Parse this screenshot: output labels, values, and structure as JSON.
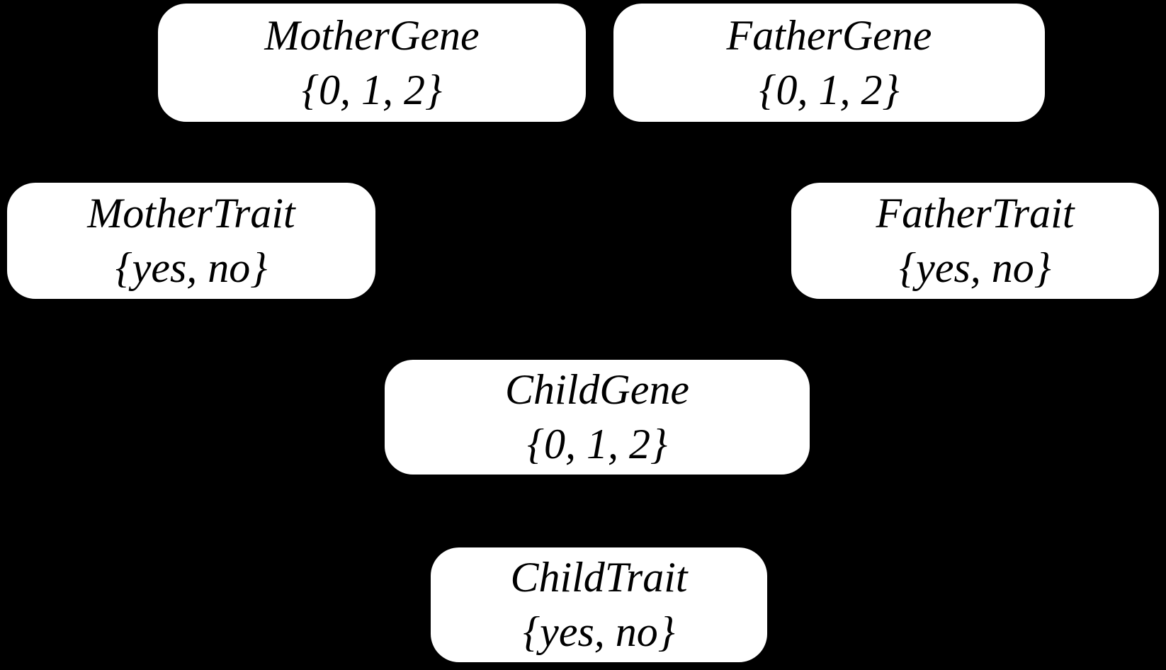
{
  "diagram": {
    "type": "bayesian-network",
    "colors": {
      "background": "#000000",
      "node_fill": "#ffffff",
      "node_text": "#000000"
    },
    "nodes": [
      {
        "id": "mother-gene",
        "label": "MotherGene",
        "domain": "{0, 1, 2}"
      },
      {
        "id": "father-gene",
        "label": "FatherGene",
        "domain": "{0, 1, 2}"
      },
      {
        "id": "mother-trait",
        "label": "MotherTrait",
        "domain": "{yes, no}"
      },
      {
        "id": "father-trait",
        "label": "FatherTrait",
        "domain": "{yes, no}"
      },
      {
        "id": "child-gene",
        "label": "ChildGene",
        "domain": "{0, 1, 2}"
      },
      {
        "id": "child-trait",
        "label": "ChildTrait",
        "domain": "{yes, no}"
      }
    ]
  }
}
